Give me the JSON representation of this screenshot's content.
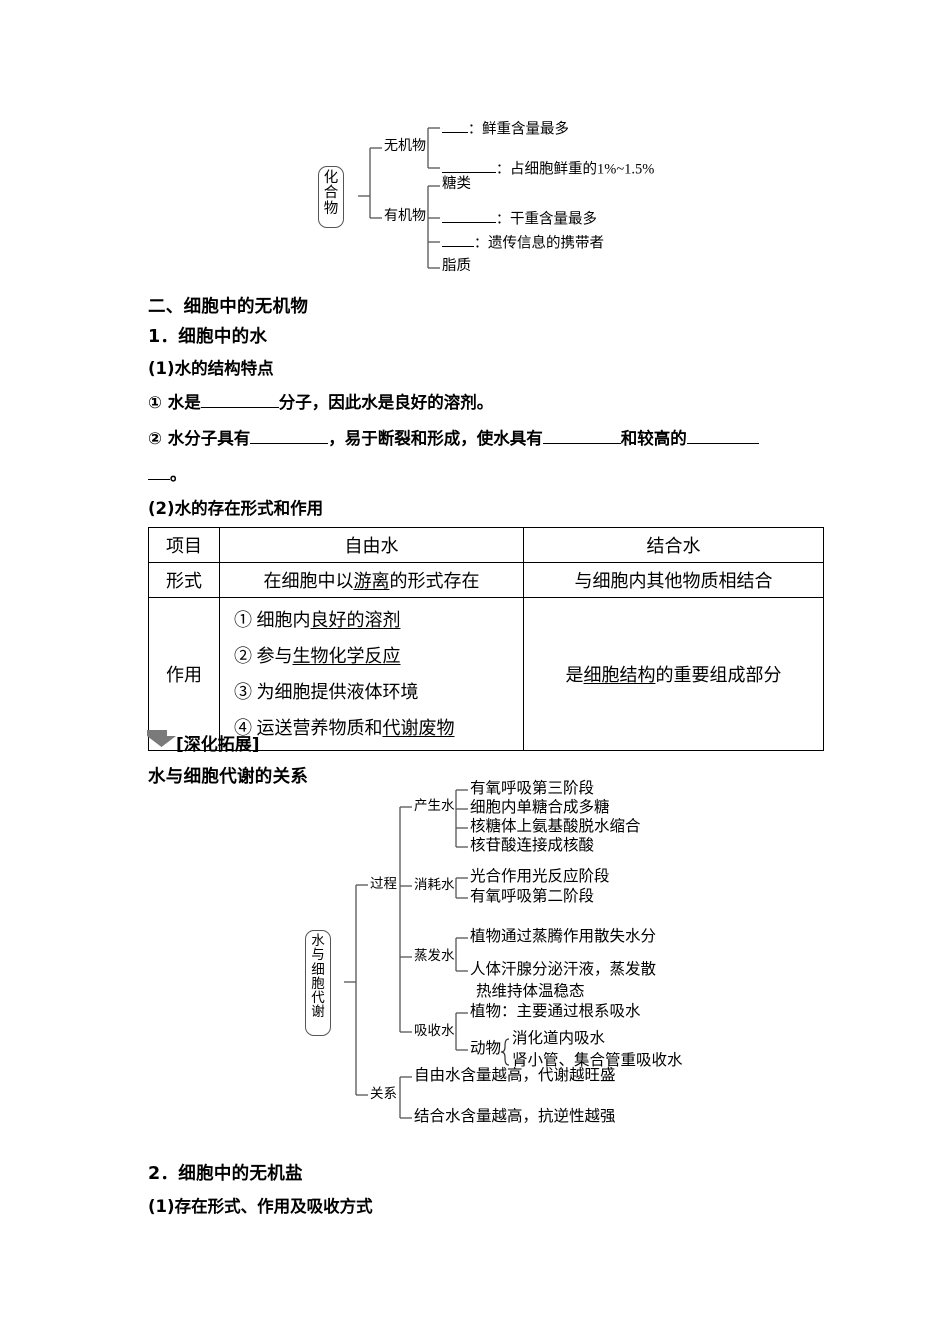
{
  "diagram_compounds": {
    "root_label": "化合物",
    "branches": [
      {
        "label": "无机物",
        "items": [
          {
            "blank": "____",
            "sep": "：",
            "text": "鲜重含量最多"
          },
          {
            "blank": "______",
            "sep": "：",
            "text": "占细胞鲜重的1%~1.5%"
          }
        ]
      },
      {
        "label": "有机物",
        "items": [
          {
            "blank": "",
            "sep": "",
            "text": "糖类"
          },
          {
            "blank": "______",
            "sep": "：",
            "text": "干重含量最多"
          },
          {
            "blank": "____",
            "sep": "：",
            "text": "遗传信息的携带者"
          },
          {
            "blank": "",
            "sep": "",
            "text": "脂质"
          }
        ]
      }
    ]
  },
  "section": {
    "heading_two": "二、细胞中的无机物",
    "item_1": "1．细胞中的水",
    "sub_1_1": "(1)水的结构特点",
    "line_1_pre": "① 水是",
    "line_1_blank": "________",
    "line_1_post": "分子，因此水是良好的溶剂。",
    "line_2_pre": "② 水分子具有",
    "line_2_blank_a": "________",
    "line_2_mid": "，易于断裂和形成，使水具有",
    "line_2_blank_b": "________",
    "line_2_mid2": "和较高的",
    "line_2_blank_c": "______",
    "line_2_blank_d": "__",
    "line_2_end": "。",
    "sub_1_2": "(2)水的存在形式和作用",
    "item_2": "2．细胞中的无机盐",
    "sub_2_1": "(1)存在形式、作用及吸收方式"
  },
  "table_water": {
    "headers": [
      "项目",
      "自由水",
      "结合水"
    ],
    "rows": [
      {
        "label": "形式",
        "free_water": [
          {
            "parts": [
              {
                "t": "在细胞中以",
                "u": false
              },
              {
                "t": "游离",
                "u": true
              },
              {
                "t": "的形式存在",
                "u": false
              }
            ]
          }
        ],
        "bound_water": [
          {
            "parts": [
              {
                "t": "与细胞内其他物质相结合",
                "u": false
              }
            ]
          }
        ]
      },
      {
        "label": "作用",
        "free_water": [
          {
            "parts": [
              {
                "t": "① 细胞内",
                "u": false
              },
              {
                "t": "良好的溶剂",
                "u": true
              }
            ]
          },
          {
            "parts": [
              {
                "t": "② 参与",
                "u": false
              },
              {
                "t": "生物化学反应",
                "u": true
              }
            ]
          },
          {
            "parts": [
              {
                "t": "③ 为细胞提供液体环境",
                "u": false
              }
            ]
          },
          {
            "parts": [
              {
                "t": "④ 运送营养物质和",
                "u": false
              },
              {
                "t": "代谢废物",
                "u": true
              }
            ]
          }
        ],
        "bound_water": [
          {
            "parts": [
              {
                "t": "是",
                "u": false
              },
              {
                "t": "细胞结构",
                "u": true
              },
              {
                "t": "的重要组成部分",
                "u": false
              }
            ]
          }
        ]
      }
    ]
  },
  "expand": {
    "tag": "[深化拓展]",
    "title": "水与细胞代谢的关系"
  },
  "diagram_metabolism": {
    "root_label": "水与细胞代谢",
    "root_chars": [
      "水",
      "与",
      "细",
      "胞",
      "代",
      "谢"
    ],
    "branches": [
      {
        "label": "过程",
        "subbranches": [
          {
            "label": "产生水",
            "items": [
              "有氧呼吸第三阶段",
              "细胞内单糖合成多糖",
              "核糖体上氨基酸脱水缩合",
              "核苷酸连接成核酸"
            ]
          },
          {
            "label": "消耗水",
            "items": [
              "光合作用光反应阶段",
              "有氧呼吸第二阶段"
            ]
          },
          {
            "label": "蒸发水",
            "items": [
              "植物通过蒸腾作用散失水分",
              "人体汗腺分泌汗液，蒸发散",
              "热维持体温稳态"
            ]
          },
          {
            "label": "吸收水",
            "items": [
              "植物：主要通过根系吸水"
            ],
            "animal_label": "动物",
            "animal_items": [
              "消化道内吸水",
              "肾小管、集合管重吸收水"
            ]
          }
        ]
      },
      {
        "label": "关系",
        "items": [
          "自由水含量越高，代谢越旺盛",
          "结合水含量越高，抗逆性越强"
        ]
      }
    ]
  },
  "colors": {
    "line": "#555555",
    "text": "#000000",
    "arrow": "#7a7a7a"
  }
}
